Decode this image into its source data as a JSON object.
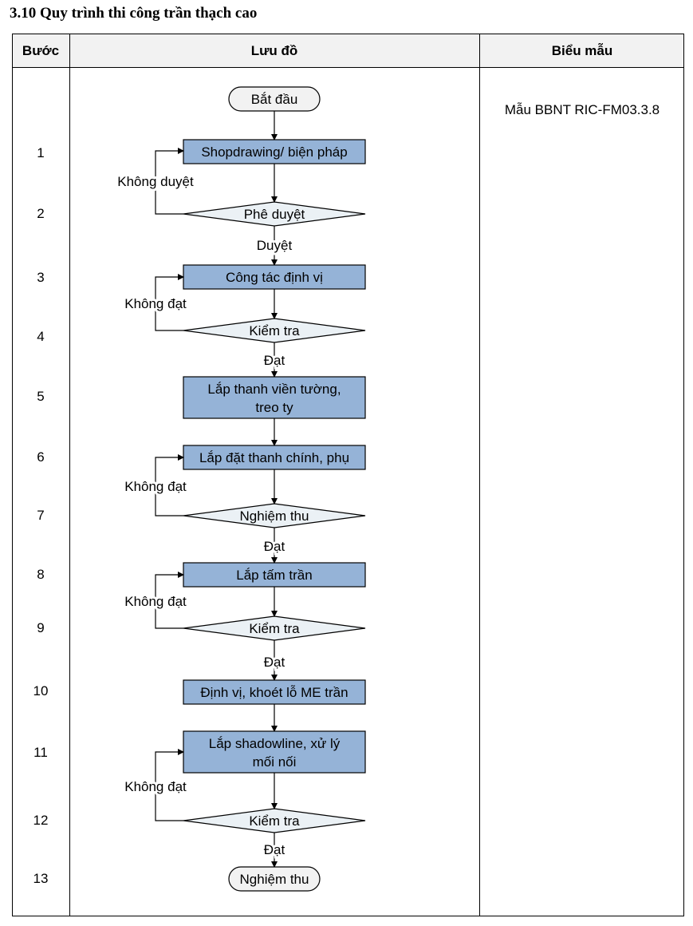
{
  "title": "3.10  Quy trình thi công trần thạch cao",
  "headers": {
    "step": "Bước",
    "flow": "Lưu đồ",
    "form": "Biểu mẫu"
  },
  "form_note": "Mẫu BBNT RIC-FM03.3.8",
  "steps": [
    "1",
    "2",
    "3",
    "4",
    "5",
    "6",
    "7",
    "8",
    "9",
    "10",
    "11",
    "12",
    "13"
  ],
  "nodes": {
    "start": "Bắt đầu",
    "p1": "Shopdrawing/ biện pháp",
    "d1": "Phê duyệt",
    "p3": "Công tác định vị",
    "d4": "Kiểm tra",
    "p5_line1": "Lắp thanh viền tường,",
    "p5_line2": "treo ty",
    "p6": "Lắp đặt thanh chính, phụ",
    "d7": "Nghiệm thu",
    "p8": "Lắp tấm trần",
    "d9": "Kiểm tra",
    "p10": "Định vị, khoét lỗ ME trần",
    "p11_line1": "Lắp shadowline, xử lý",
    "p11_line2": "mối nối",
    "d12": "Kiểm tra",
    "end": "Nghiệm thu"
  },
  "labels": {
    "reject_approval": "Không duyệt",
    "approved": "Duyệt",
    "fail": "Không đạt",
    "pass": "Đạt"
  },
  "colors": {
    "process_fill": "#95b3d7",
    "decision_fill": "#ebf1f5",
    "terminal_fill": "#f2f2f2",
    "header_fill": "#f2f2f2",
    "line": "#000000"
  }
}
